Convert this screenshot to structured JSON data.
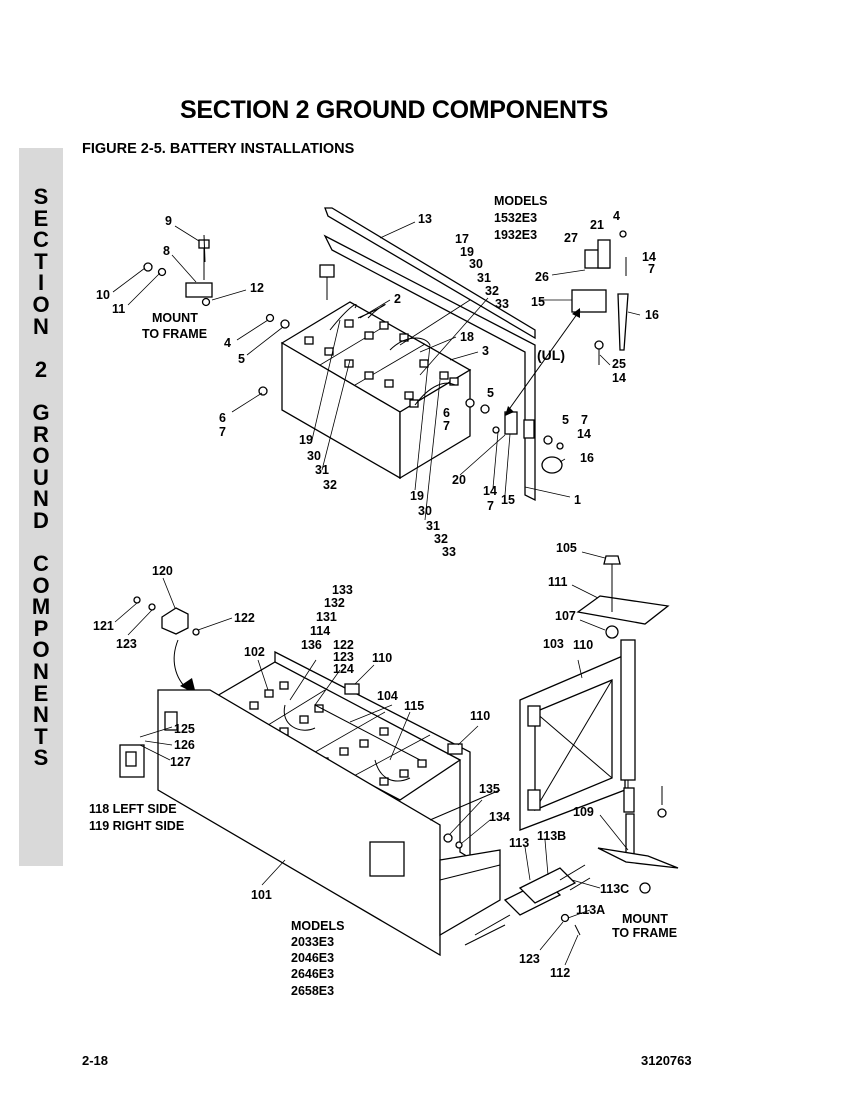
{
  "side_tab": {
    "letters": [
      "S",
      "E",
      "C",
      "T",
      "I",
      "O",
      "N",
      " ",
      "2",
      " ",
      "G",
      "R",
      "O",
      "U",
      "N",
      "D",
      " ",
      "C",
      "O",
      "M",
      "P",
      "O",
      "N",
      "E",
      "N",
      "T",
      "S"
    ]
  },
  "header": {
    "title": "SECTION 2  GROUND COMPONENTS"
  },
  "figure": {
    "title": "FIGURE 2-5.    BATTERY INSTALLATIONS"
  },
  "upper_diagram": {
    "models_block": [
      "MODELS",
      "1532E3",
      "1932E3"
    ],
    "mount_to_frame": [
      "MOUNT",
      "TO FRAME"
    ],
    "ul_label": "(UL)",
    "callouts": {
      "c9": "9",
      "c8": "8",
      "c10": "10",
      "c11": "11",
      "c12": "12",
      "c13": "13",
      "c17": "17",
      "c19a": "19",
      "c30a": "30",
      "c31a": "31",
      "c32a": "32",
      "c33a": "33",
      "c2": "2",
      "c18": "18",
      "c3": "3",
      "c4a": "4",
      "c5a": "5",
      "c6a": "6",
      "c7a": "7",
      "c19b": "19",
      "c30b": "30",
      "c31b": "31",
      "c32b": "32",
      "c5b": "5",
      "c6b": "6",
      "c7b": "7",
      "c20": "20",
      "c19c": "19",
      "c30c": "30",
      "c31c": "31",
      "c32c": "32",
      "c33c": "33",
      "c14a": "14",
      "c7c": "7",
      "c15a": "15",
      "c1": "1",
      "c5c": "5",
      "c7d": "7",
      "c14b": "14",
      "c16a": "16",
      "c21": "21",
      "c4b": "4",
      "c27": "27",
      "c14c": "14",
      "c7e": "7",
      "c26": "26",
      "c15b": "15",
      "c16b": "16",
      "c25": "25",
      "c14d": "14"
    }
  },
  "lower_diagram": {
    "models_block": [
      "MODELS",
      "2033E3",
      "2046E3",
      "2646E3",
      "2658E3"
    ],
    "side_labels": [
      "118 LEFT SIDE",
      "119 RIGHT SIDE"
    ],
    "mount_to_frame": [
      "MOUNT",
      "TO FRAME"
    ],
    "callouts": {
      "c120": "120",
      "c121": "121",
      "c123a": "123",
      "c122a": "122",
      "c133": "133",
      "c132": "132",
      "c131": "131",
      "c114": "114",
      "c136": "136",
      "c122b": "122",
      "c123b": "123",
      "c124": "124",
      "c102": "102",
      "c110a": "110",
      "c104": "104",
      "c115": "115",
      "c110b": "110",
      "c125": "125",
      "c126": "126",
      "c127": "127",
      "c135": "135",
      "c134": "134",
      "c101": "101",
      "c105": "105",
      "c111": "111",
      "c107": "107",
      "c103": "103",
      "c110c": "110",
      "c109": "109",
      "c113": "113",
      "c113b": "113B",
      "c113c": "113C",
      "c113a": "113A",
      "c123c": "123",
      "c112": "112"
    }
  },
  "footer": {
    "page": "2-18",
    "doc_number": "3120763"
  }
}
